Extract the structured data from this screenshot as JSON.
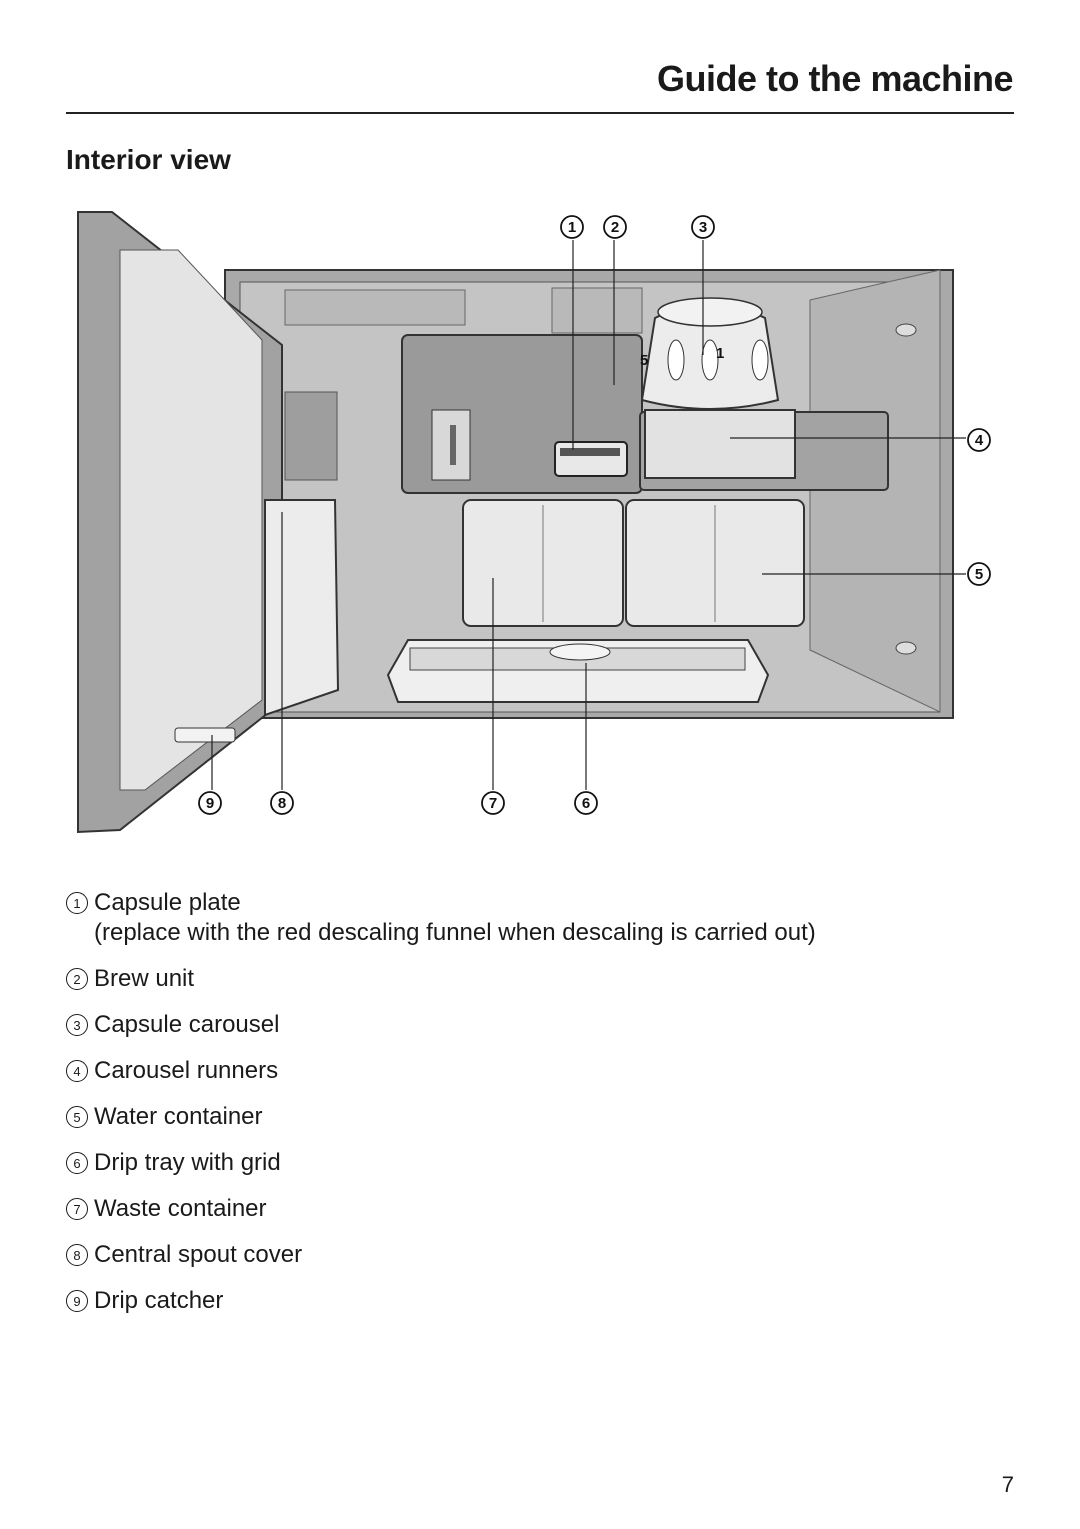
{
  "header": {
    "title": "Guide to the machine"
  },
  "section": {
    "title": "Interior view"
  },
  "diagram": {
    "callouts": [
      "1",
      "2",
      "3",
      "4",
      "5",
      "6",
      "7",
      "8",
      "9"
    ],
    "carousel_marks": [
      "5",
      "1"
    ]
  },
  "legend": [
    {
      "num": "1",
      "label": "Capsule plate",
      "note": "(replace with the red descaling funnel when descaling is carried out)"
    },
    {
      "num": "2",
      "label": "Brew unit"
    },
    {
      "num": "3",
      "label": "Capsule carousel"
    },
    {
      "num": "4",
      "label": "Carousel runners"
    },
    {
      "num": "5",
      "label": "Water container"
    },
    {
      "num": "6",
      "label": "Drip tray with grid"
    },
    {
      "num": "7",
      "label": "Waste container"
    },
    {
      "num": "8",
      "label": "Central spout cover"
    },
    {
      "num": "9",
      "label": "Drip catcher"
    }
  ],
  "page_number": "7",
  "colors": {
    "housing": "#aeaeae",
    "interior": "#c9c9c9",
    "component": "#e6e6e6",
    "outline": "#333333"
  }
}
